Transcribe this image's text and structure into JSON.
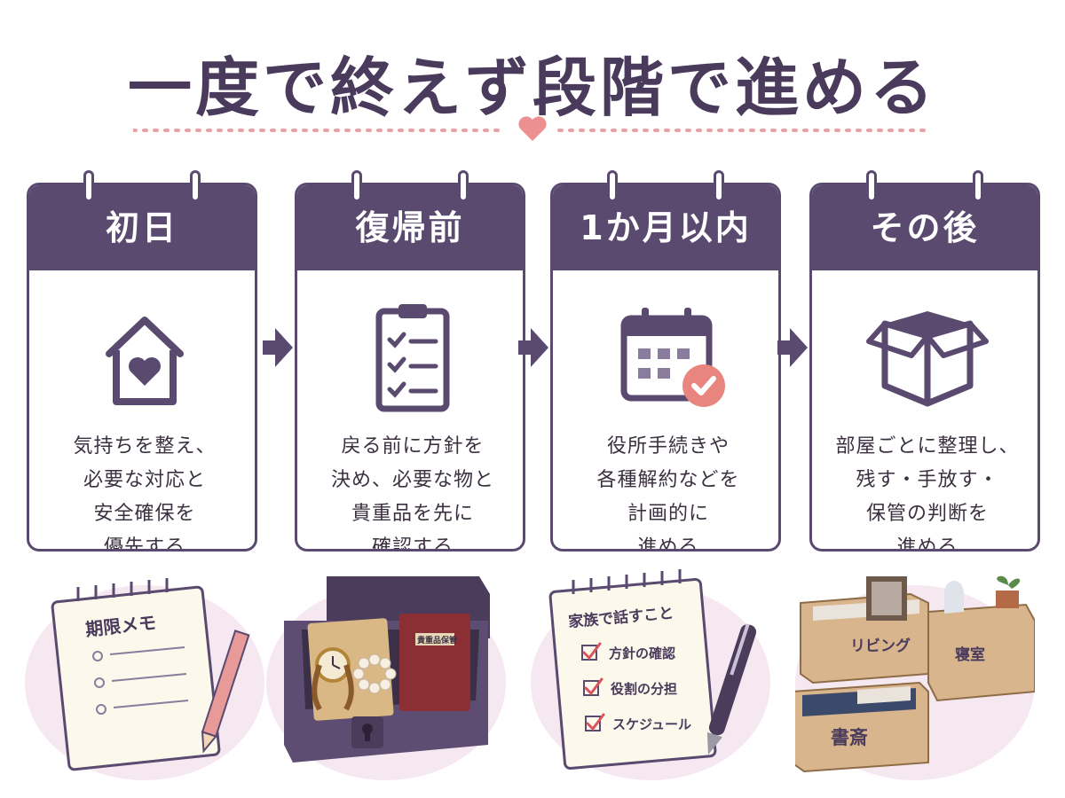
{
  "title": "一度で終えず段階で進める",
  "steps": [
    {
      "label": "初日",
      "icon": "house-heart-icon",
      "lines": [
        "気持ちを整え、",
        "必要な対応と",
        "安全確保を",
        "優先する"
      ]
    },
    {
      "label": "復帰前",
      "icon": "clipboard-checklist-icon",
      "lines": [
        "戻る前に方針を",
        "決め、必要な物と",
        "貴重品を先に",
        "確認する"
      ]
    },
    {
      "label": "1か月以内",
      "icon": "calendar-check-icon",
      "lines": [
        "役所手続きや",
        "各種解約などを",
        "計画的に",
        "進める"
      ]
    },
    {
      "label": "その後",
      "icon": "open-box-icon",
      "lines": [
        "部屋ごとに整理し、",
        "残す・手放す・",
        "保管の判断を",
        "進める"
      ]
    }
  ],
  "illustrations": {
    "memo": {
      "title": "期限メモ"
    },
    "safe_box": {
      "book_label": "貴重品保管"
    },
    "family_notes": {
      "title": "家族で話すこと",
      "items": [
        "方針の確認",
        "役割の分担",
        "スケジュール"
      ]
    },
    "boxes": {
      "labels": [
        "リビング",
        "寝室",
        "書斎"
      ]
    }
  },
  "colors": {
    "primary": "#5a4a70",
    "accent": "#e9857f",
    "pink_bg": "#f6e8f0"
  }
}
